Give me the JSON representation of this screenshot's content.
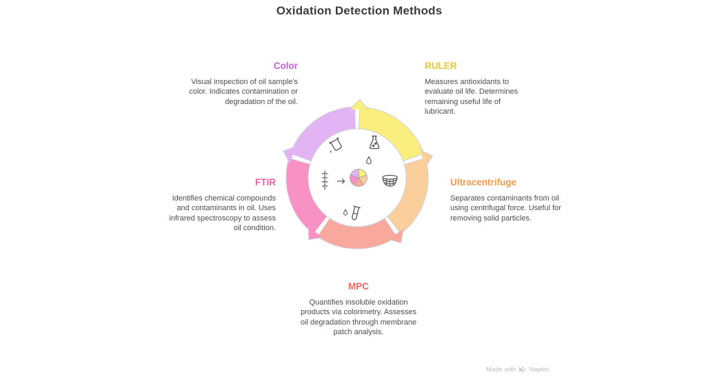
{
  "title": "Oxidation Detection Methods",
  "methods": [
    {
      "id": "color",
      "label": "Color",
      "label_color": "#c95fdb",
      "description": "Visual inspection of oil sample's color. Indicates contamination or degradation of the oil."
    },
    {
      "id": "ruler",
      "label": "RULER",
      "label_color": "#e2ca2f",
      "description": "Measures antioxidants to evaluate oil life. Determines remaining useful life of lubricant."
    },
    {
      "id": "ultracentrifuge",
      "label": "Ultracentrifuge",
      "label_color": "#f29a4a",
      "description": "Separates contaminants from oil using centrifugal force. Useful for removing solid particles."
    },
    {
      "id": "mpc",
      "label": "MPC",
      "label_color": "#f4655f",
      "description": "Quantifies insoluble oxidation products via colorimetry. Assesses oil degradation through membrane patch analysis."
    },
    {
      "id": "ftir",
      "label": "FTIR",
      "label_color": "#ef5da2",
      "description": "Identifies chemical compounds and contaminants in oil. Uses infrared spectroscopy to assess oil condition."
    }
  ],
  "diagram": {
    "ring_stroke_color": "#ccd1d8",
    "segments": [
      {
        "name": "ruler",
        "color": "#f9ee7e",
        "start": 0,
        "end": 72
      },
      {
        "name": "ultracentrifuge",
        "color": "#fbcf9b",
        "start": 72,
        "end": 144
      },
      {
        "name": "mpc",
        "color": "#f9a89e",
        "start": 144,
        "end": 216
      },
      {
        "name": "ftir",
        "color": "#f891c4",
        "start": 216,
        "end": 288
      },
      {
        "name": "color",
        "color": "#e2b4f3",
        "start": 288,
        "end": 360
      }
    ],
    "center_icons": [
      "pouring-jug",
      "flask",
      "droplet",
      "burette",
      "arrow-right",
      "pie-chart",
      "basket",
      "test-tube"
    ]
  },
  "watermark": {
    "prefix": "Made with",
    "brand": "Napkin"
  }
}
